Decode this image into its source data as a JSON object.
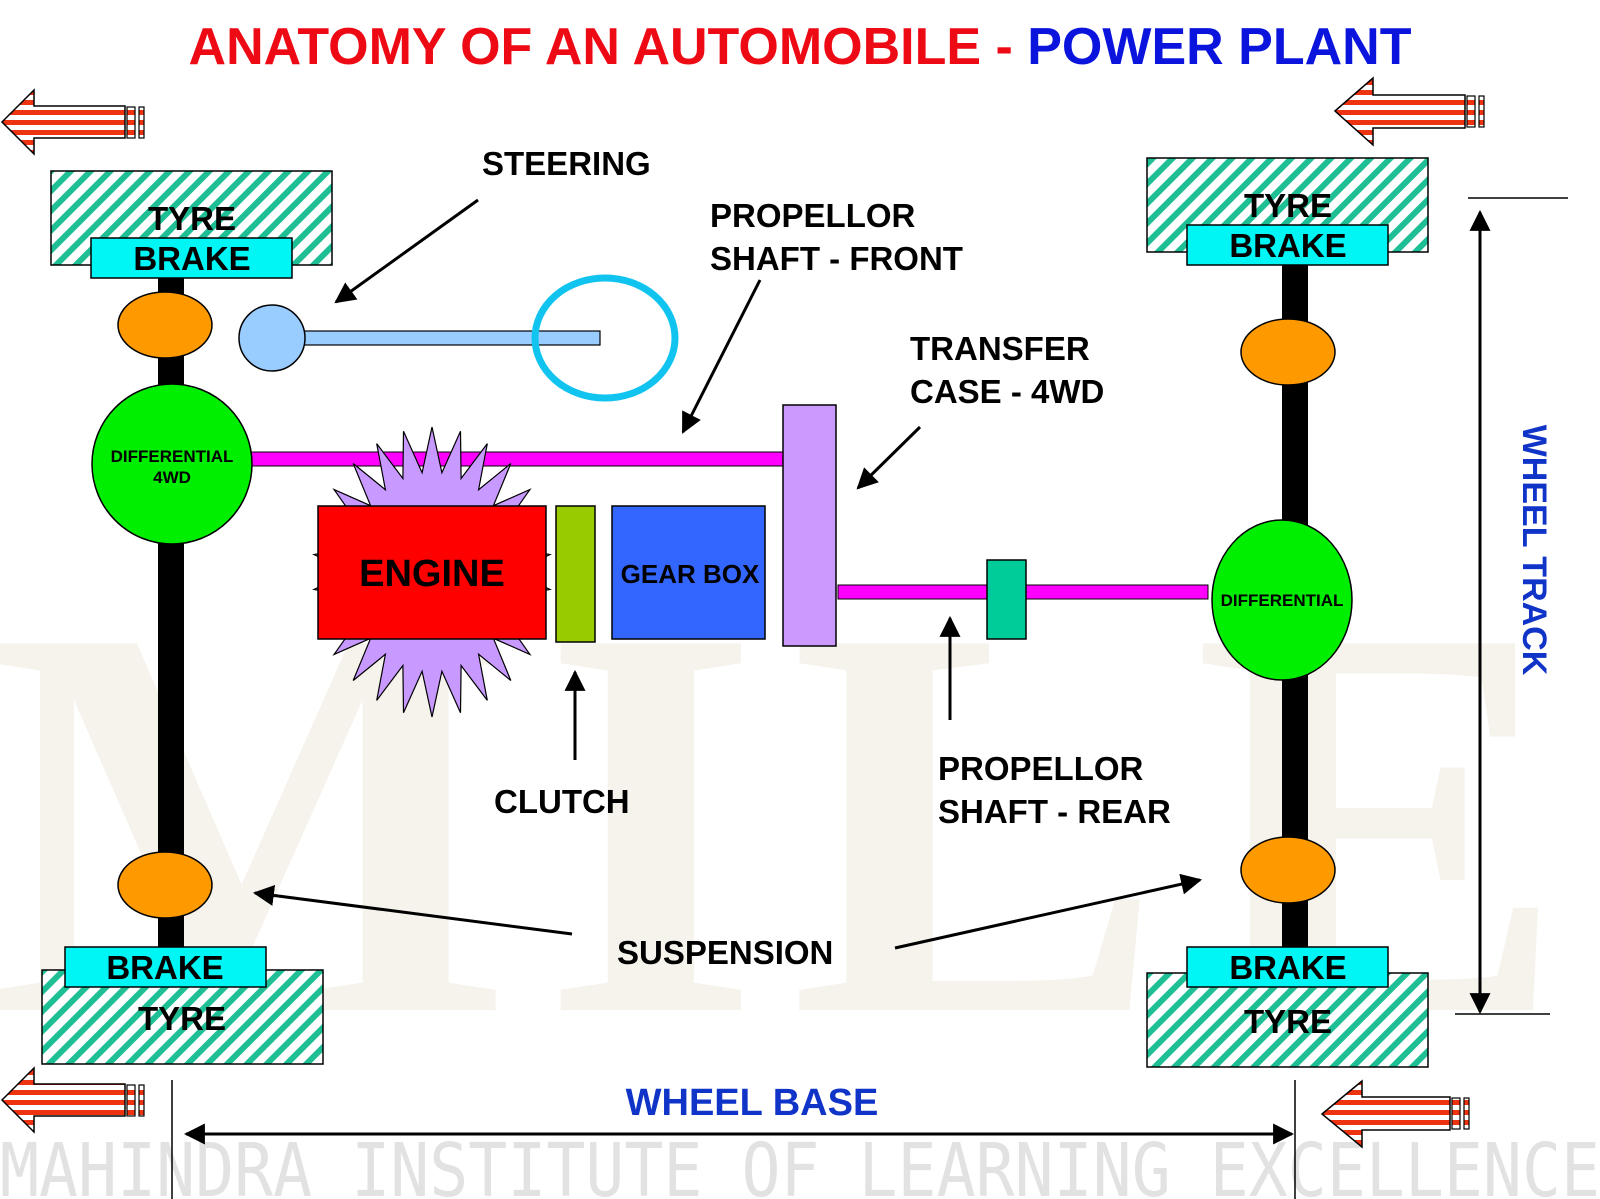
{
  "title": {
    "part1": "ANATOMY OF AN AUTOMOBILE - ",
    "part2": "POWER PLANT",
    "color1": "#ee0a14",
    "color2": "#0a14dd"
  },
  "watermark": {
    "logo": "MILE",
    "footer": "MAHINDRA INSTITUTE OF LEARNING EXCELLENCE"
  },
  "wheels": {
    "front_left": {
      "tyre": "TYRE",
      "brake": "BRAKE"
    },
    "front_right": {
      "tyre": "TYRE",
      "brake": "BRAKE"
    },
    "rear_left": {
      "tyre": "TYRE",
      "brake": "BRAKE"
    },
    "rear_right": {
      "tyre": "TYRE",
      "brake": "BRAKE"
    }
  },
  "components": {
    "engine": "ENGINE",
    "gearbox": "GEAR BOX",
    "front_differential_line1": "DIFFERENTIAL",
    "front_differential_line2": "4WD",
    "rear_differential": "DIFFERENTIAL"
  },
  "labels": {
    "steering": "STEERING",
    "prop_front_line1": "PROPELLOR",
    "prop_front_line2": "SHAFT - FRONT",
    "transfer_line1": "TRANSFER",
    "transfer_line2": "CASE - 4WD",
    "clutch": "CLUTCH",
    "prop_rear_line1": "PROPELLOR",
    "prop_rear_line2": "SHAFT - REAR",
    "suspension": "SUSPENSION",
    "wheel_base": "WHEEL BASE",
    "wheel_track": "WHEEL TRACK"
  },
  "colors": {
    "tyre_stripe": "#1fbf96",
    "brake": "#00f5f5",
    "suspension": "#ff9900",
    "differential": "#00ee00",
    "engine": "#ff0000",
    "engine_burst": "#c899ff",
    "clutch": "#99cc00",
    "gearbox": "#3366ff",
    "transfer_case": "#cc99ff",
    "prop_shaft": "#ff00ff",
    "universal_joint": "#00cc99",
    "steering_link": "#99ccff",
    "steering_wheel": "#11c4f0",
    "dimension_text": "#1034c8",
    "direction_arrow": "#ee3311"
  }
}
